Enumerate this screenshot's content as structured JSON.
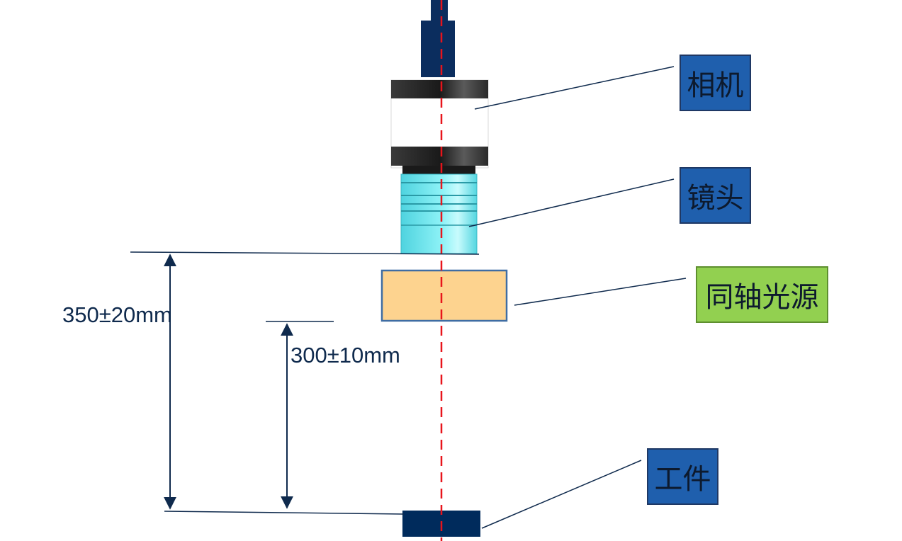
{
  "labels": {
    "camera": "相机",
    "lens": "镜头",
    "coaxial_light": "同轴光源",
    "workpiece": "工件"
  },
  "dimensions": {
    "outer": "350±20mm",
    "inner": "300±10mm"
  },
  "colors": {
    "label_blue": "#1f5fad",
    "label_green": "#92d050",
    "optical_axis": "#e8141b",
    "lens_cyan": "#6fe8f0",
    "light_source": "#fdd38f",
    "workpiece": "#002b5c",
    "dimension_line": "#0f2a4d"
  }
}
